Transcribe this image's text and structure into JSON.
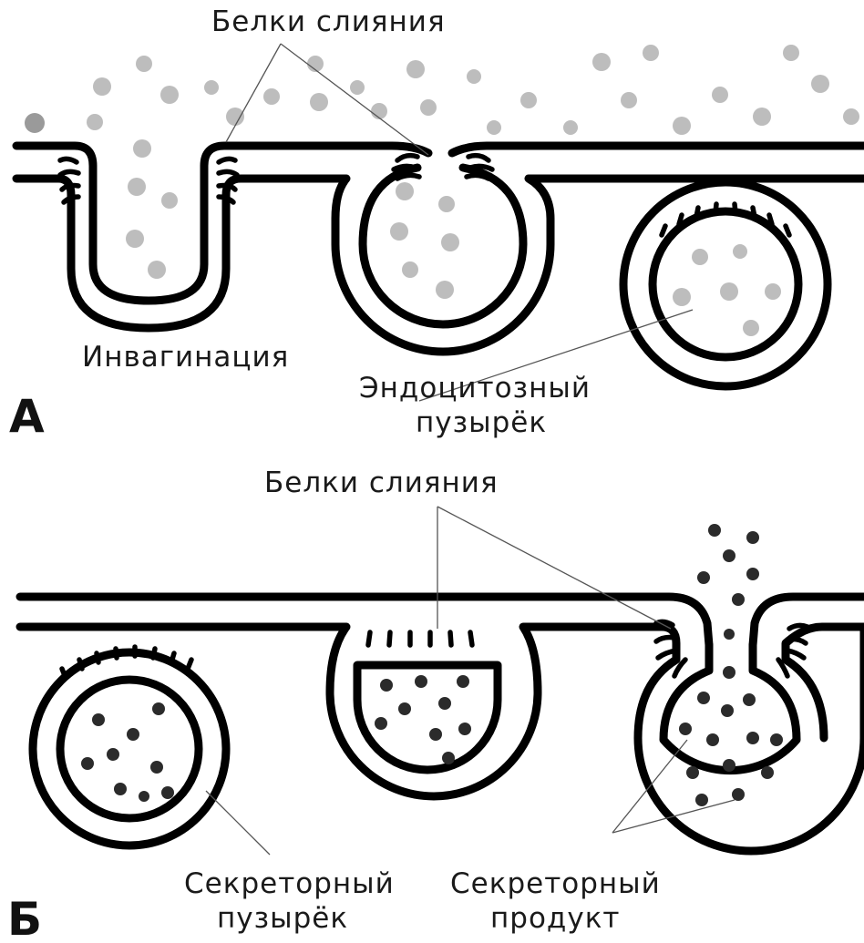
{
  "panel_a": {
    "letter": "А",
    "fusion_proteins_label": "Белки слияния",
    "invagination_label": "Инвагинация",
    "endocytic_vesicle_label_line1": "Эндоцитозный",
    "endocytic_vesicle_label_line2": "пузырёк"
  },
  "panel_b": {
    "letter": "Б",
    "fusion_proteins_label": "Белки слияния",
    "secretory_vesicle_label_line1": "Секреторный",
    "secretory_vesicle_label_line2": "пузырёк",
    "secretory_product_label_line1": "Секреторный",
    "secretory_product_label_line2": "продукт"
  },
  "colors": {
    "membrane": "#000000",
    "extracellular_particles": "#bdbdbd",
    "secretory_granules": "#2b2b2b",
    "leader_lines": "#555555"
  }
}
